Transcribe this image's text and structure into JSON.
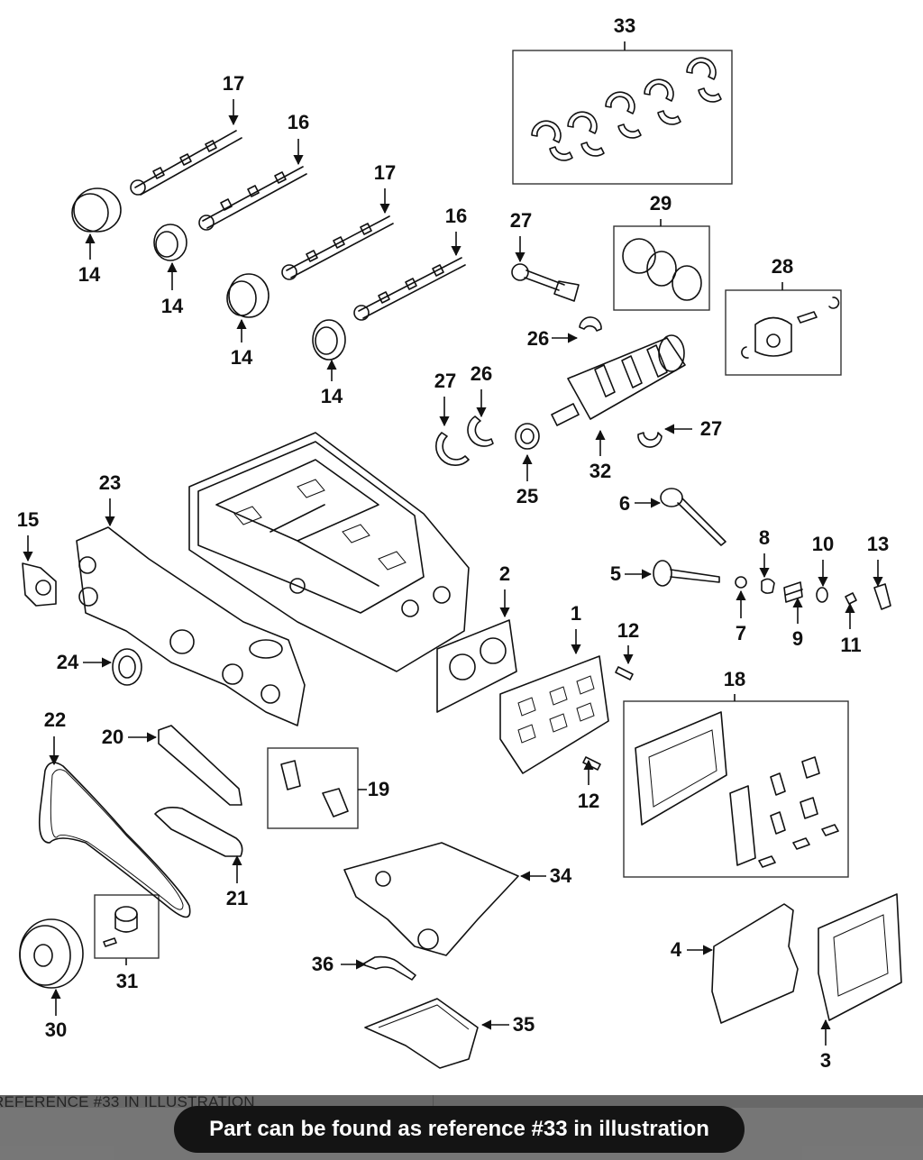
{
  "diagram": {
    "labels": {
      "c1": "1",
      "c2": "2",
      "c3": "3",
      "c4": "4",
      "c5": "5",
      "c6": "6",
      "c7": "7",
      "c8": "8",
      "c9": "9",
      "c10": "10",
      "c11": "11",
      "c12a": "12",
      "c12b": "12",
      "c13": "13",
      "c14a": "14",
      "c14b": "14",
      "c14c": "14",
      "c14d": "14",
      "c15": "15",
      "c16a": "16",
      "c16b": "16",
      "c17a": "17",
      "c17b": "17",
      "c18": "18",
      "c19": "19",
      "c20": "20",
      "c21": "21",
      "c22": "22",
      "c23": "23",
      "c24": "24",
      "c25": "25",
      "c26a": "26",
      "c26b": "26",
      "c27a": "27",
      "c27b": "27",
      "c27c": "27",
      "c28": "28",
      "c29": "29",
      "c30": "30",
      "c31": "31",
      "c32": "32",
      "c33": "33",
      "c34": "34",
      "c35": "35",
      "c36": "36"
    }
  },
  "bottom_bar": {
    "reference_text": "REFERENCE #33 IN ILLUSTRATION",
    "toast_text": "Part can be found as reference #33 in illustration"
  },
  "colors": {
    "toast_bg": "#141414",
    "toast_text": "#ffffff",
    "bar_bg": "#d8d8d8",
    "line": "#111111"
  }
}
